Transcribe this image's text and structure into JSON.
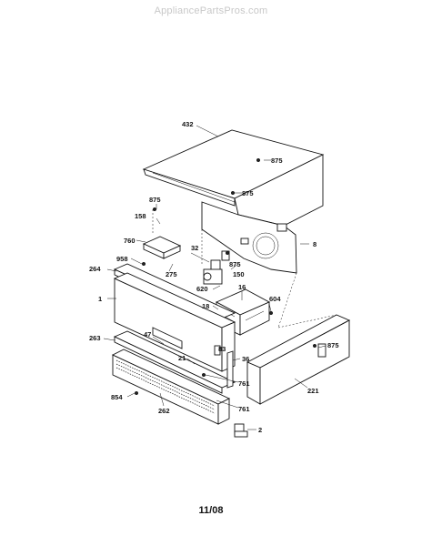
{
  "watermark": "AppliancePartsPros.com",
  "footer": {
    "revision": "11/08"
  },
  "labels": {
    "p432": "432",
    "p875a": "875",
    "p875b": "875",
    "p875c": "875",
    "p875d": "875",
    "p875e": "875",
    "p158": "158",
    "p760": "760",
    "p32": "32",
    "p8": "8",
    "p958": "958",
    "p264": "264",
    "p275": "275",
    "p150": "150",
    "p620": "620",
    "p16": "16",
    "p604": "604",
    "p1": "1",
    "p18": "18",
    "p263": "263",
    "p47": "47",
    "p83": "83",
    "p21": "21",
    "p36": "36",
    "p761a": "761",
    "p761b": "761",
    "p221": "221",
    "p854": "854",
    "p262": "262",
    "p2": "2"
  }
}
